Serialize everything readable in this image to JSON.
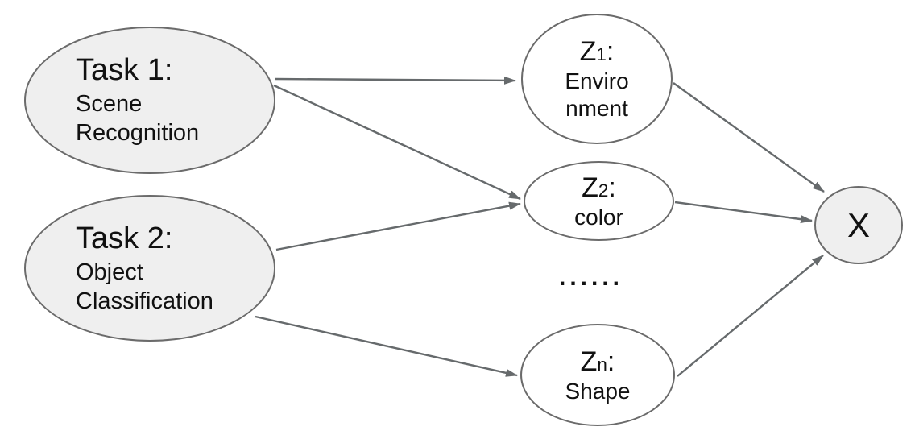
{
  "nodes": {
    "task1": {
      "title": "Task 1:",
      "lines": [
        "Scene",
        "Recognition"
      ]
    },
    "task2": {
      "title": "Task 2:",
      "lines": [
        "Object",
        "Classification"
      ]
    },
    "z1": {
      "base": "Z",
      "sub": "1",
      "colon": ":",
      "lines": [
        "Enviro",
        "nment"
      ]
    },
    "z2": {
      "base": "Z",
      "sub": "2",
      "colon": ":",
      "lines": [
        "color"
      ]
    },
    "zn": {
      "base": "Z",
      "sub": "n",
      "colon": ":",
      "lines": [
        "Shape"
      ]
    },
    "x": {
      "label": "X"
    }
  },
  "ellipsis": "......",
  "edges": [
    {
      "id": "task1-z1",
      "from": "task1",
      "to": "z1"
    },
    {
      "id": "task1-z2",
      "from": "task1",
      "to": "z2"
    },
    {
      "id": "task2-z2",
      "from": "task2",
      "to": "z2"
    },
    {
      "id": "task2-zn",
      "from": "task2",
      "to": "zn"
    },
    {
      "id": "z1-x",
      "from": "z1",
      "to": "x"
    },
    {
      "id": "z2-x",
      "from": "z2",
      "to": "x"
    },
    {
      "id": "zn-x",
      "from": "zn",
      "to": "x"
    }
  ],
  "colors": {
    "background": "#ffffff",
    "task_fill": "#efefef",
    "latent_fill": "#ffffff",
    "node_border": "#6b6b6b",
    "arrow": "#666a6c",
    "text": "#111111"
  }
}
